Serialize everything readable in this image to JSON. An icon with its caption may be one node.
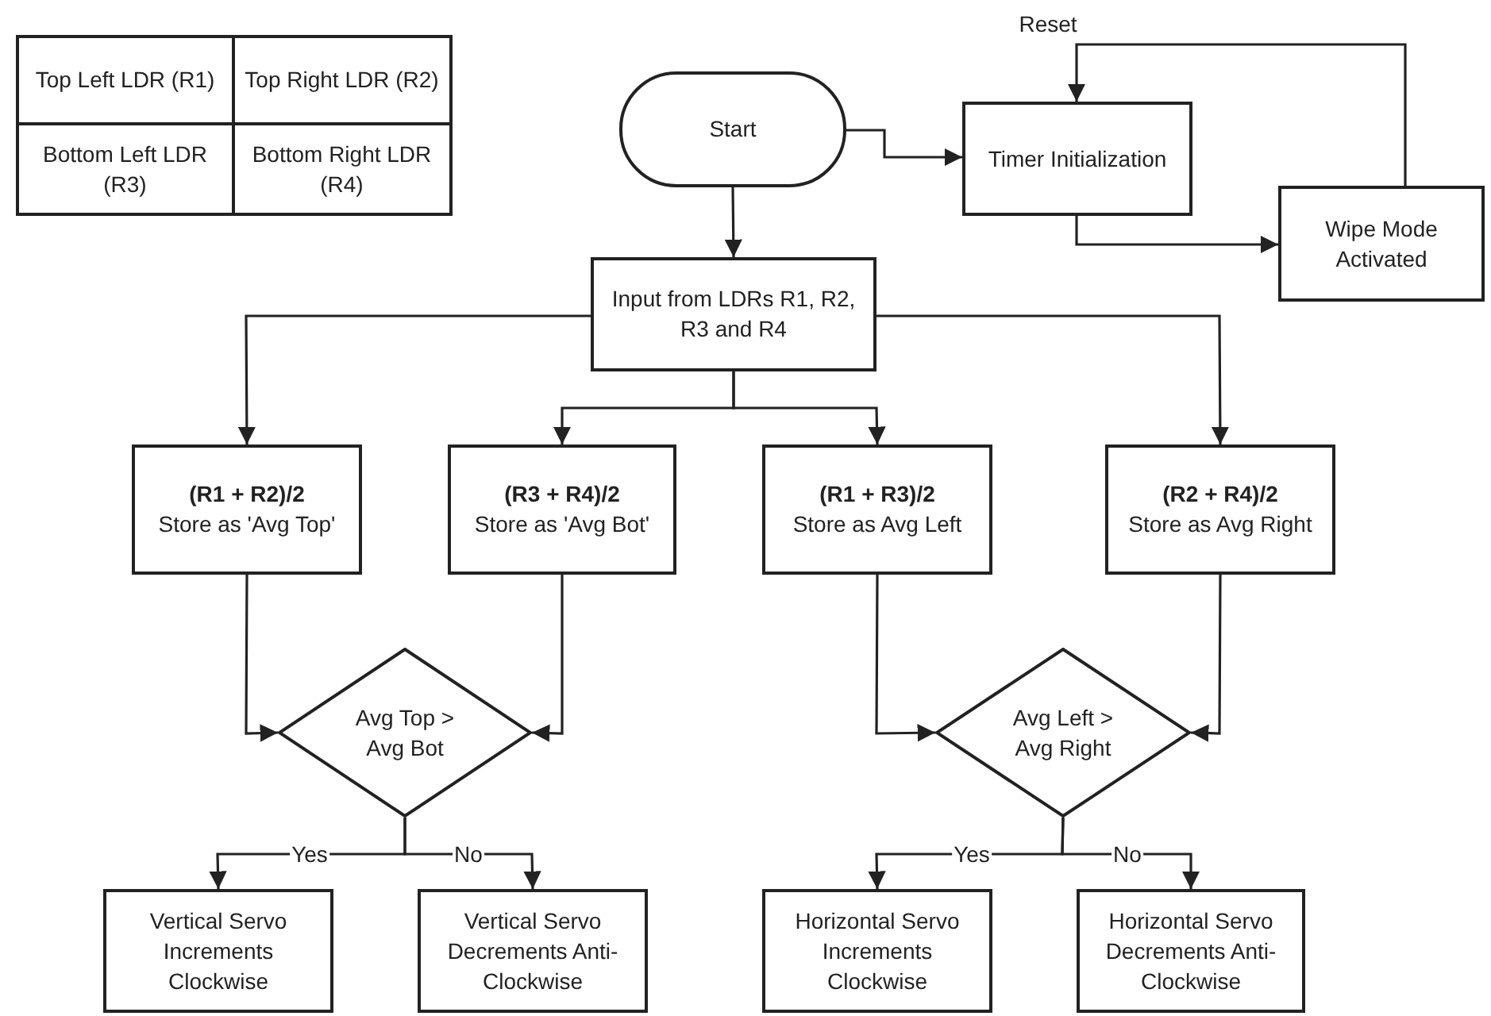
{
  "diagram": {
    "nodes": [
      {
        "text": [
          "Start"
        ]
      },
      {
        "text": [
          "Timer Initialization"
        ]
      },
      {
        "text": [
          "Wipe Mode Activated"
        ]
      },
      {
        "text": [
          "Input from LDRs R1, R2, R3 and R4"
        ]
      },
      {
        "text": [
          "(R1 + R2)/2",
          "Store as 'Avg Top'"
        ]
      },
      {
        "text": [
          "(R3 + R4)/2",
          "Store as 'Avg Bot'"
        ]
      },
      {
        "text": [
          "(R1 + R3)/2",
          "Store as Avg Left"
        ]
      },
      {
        "text": [
          "(R2 + R4)/2",
          "Store as Avg Right"
        ]
      },
      {
        "text": [
          "Avg Top > Avg Bot"
        ]
      },
      {
        "text": [
          "Avg Left > Avg Right"
        ]
      },
      {
        "text": [
          "Vertical Servo Increments Clockwise"
        ]
      },
      {
        "text": [
          "Vertical Servo Decrements Anti-Clockwise"
        ]
      },
      {
        "text": [
          "Horizontal Servo Increments Clockwise"
        ]
      },
      {
        "text": [
          "Horizontal Servo Decrements Anti-Clockwise"
        ]
      }
    ],
    "edges": [
      {
        "from": 0,
        "to": 1,
        "arrow": "to"
      },
      {
        "from": 0,
        "to": 3,
        "arrow": "to"
      },
      {
        "from": 1,
        "to": 2,
        "arrow": "to"
      },
      {
        "from": 2,
        "to": 1,
        "arrow": "to",
        "label": "Reset"
      },
      {
        "from": 3,
        "to": 4,
        "arrow": "to"
      },
      {
        "from": 3,
        "to": 5,
        "arrow": "to"
      },
      {
        "from": 3,
        "to": 6,
        "arrow": "to"
      },
      {
        "from": 3,
        "to": 7,
        "arrow": "to"
      },
      {
        "from": 4,
        "to": 8,
        "arrow": "to"
      },
      {
        "from": 5,
        "to": 8,
        "arrow": "to"
      },
      {
        "from": 6,
        "to": 9,
        "arrow": "to"
      },
      {
        "from": 7,
        "to": 9,
        "arrow": "to"
      },
      {
        "from": 8,
        "to": 10,
        "arrow": "to",
        "label": "Yes"
      },
      {
        "from": 8,
        "to": 11,
        "arrow": "to",
        "label": "No"
      },
      {
        "from": 9,
        "to": 12,
        "arrow": "to",
        "label": "Yes"
      },
      {
        "from": 9,
        "to": 13,
        "arrow": "to",
        "label": "No"
      }
    ],
    "labels": [
      "Top Left LDR (R1)",
      "Top Right LDR (R2)",
      "Bottom Left LDR (R3)",
      "Bottom Right LDR (R4)"
    ]
  }
}
